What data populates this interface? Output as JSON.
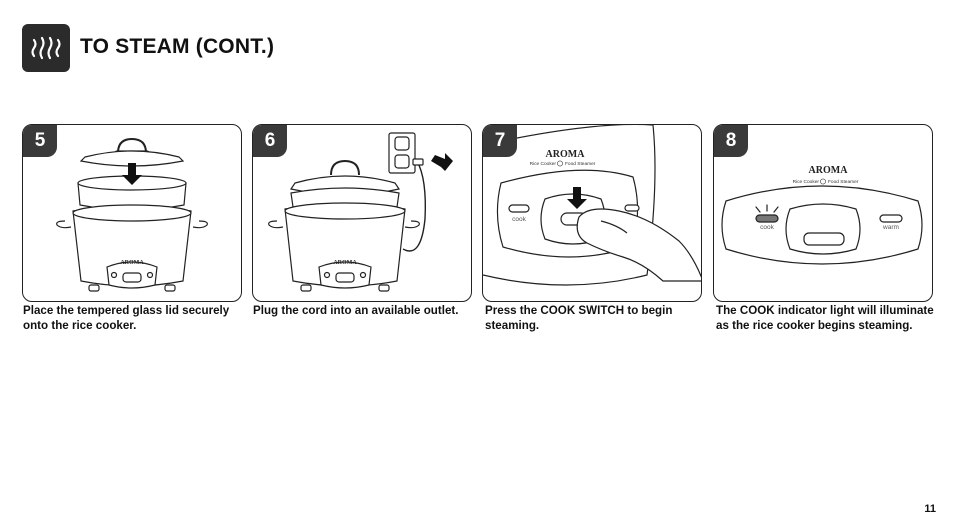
{
  "header": {
    "title": "TO STEAM (CONT.)",
    "icon": "steam-icon"
  },
  "steps": [
    {
      "number": "5",
      "caption": "Place the tempered glass lid securely onto the rice cooker.",
      "brand": "AROMA"
    },
    {
      "number": "6",
      "caption": "Plug the cord into an available outlet.",
      "brand": "AROMA"
    },
    {
      "number": "7",
      "caption": "Press the COOK SWITCH to begin steaming.",
      "brand": "AROMA",
      "panel_text": "Rice Cooker",
      "panel_text2": "Food Steamer",
      "cook_label": "cook"
    },
    {
      "number": "8",
      "caption": "The COOK indicator light will illuminate as the rice cooker begins steaming.",
      "brand": "AROMA",
      "panel_text": "Rice Cooker",
      "panel_text2": "Food Steamer",
      "cook_label": "cook",
      "warm_label": "warm"
    }
  ],
  "footer": {
    "page_number": "11"
  },
  "colors": {
    "badge": "#3a3a3a",
    "icon_bg": "#2b2b2b",
    "line": "#222222"
  }
}
